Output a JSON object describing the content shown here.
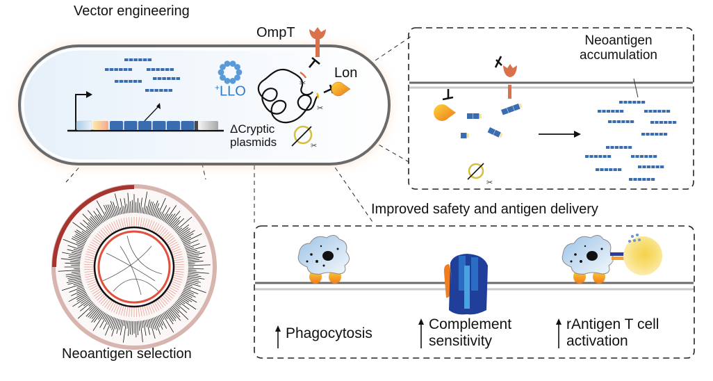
{
  "panels": {
    "vector_engineering": {
      "title": "Vector engineering",
      "labels": {
        "ompt": "OmpT",
        "lon": "Lon",
        "llo_superscript": "+",
        "llo": "LLO",
        "cryptic_line1": "ΔCryptic",
        "cryptic_line2": "plasmids"
      }
    },
    "neoantigen_accumulation": {
      "title_line1": "Neoantigen",
      "title_line2": "accumulation"
    },
    "neoantigen_selection": {
      "title": "Neoantigen selection"
    },
    "improved_delivery": {
      "title": "Improved safety and antigen delivery",
      "outcomes": [
        {
          "arrow": "up",
          "line1": "Phagocytosis",
          "line2": ""
        },
        {
          "arrow": "up",
          "line1": "Complement",
          "line2": "sensitivity"
        },
        {
          "arrow": "up",
          "line1": "rAntigen T cell",
          "line2": "activation"
        }
      ]
    }
  },
  "colors": {
    "antigen_blue": "#3a6db0",
    "ompt_orange": "#d9714a",
    "lon_yellow": "#f5b617",
    "llo_blue": "#5a9ad6",
    "membrane_dark": "#666666",
    "membrane_light": "#c8c8c8",
    "circos_red": "#e0503c",
    "plasmid_yellow": "#d4bf3a"
  }
}
